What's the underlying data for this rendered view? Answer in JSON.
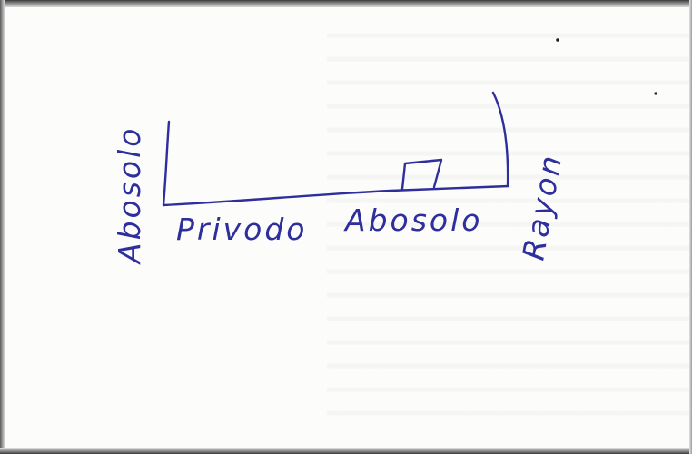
{
  "labels": {
    "left_vertical": "Abosolo",
    "bottom_left": "Privodo",
    "bottom_right": "Abosolo",
    "right_vertical": "Rayon"
  },
  "ink_color": "#2e2e9c"
}
